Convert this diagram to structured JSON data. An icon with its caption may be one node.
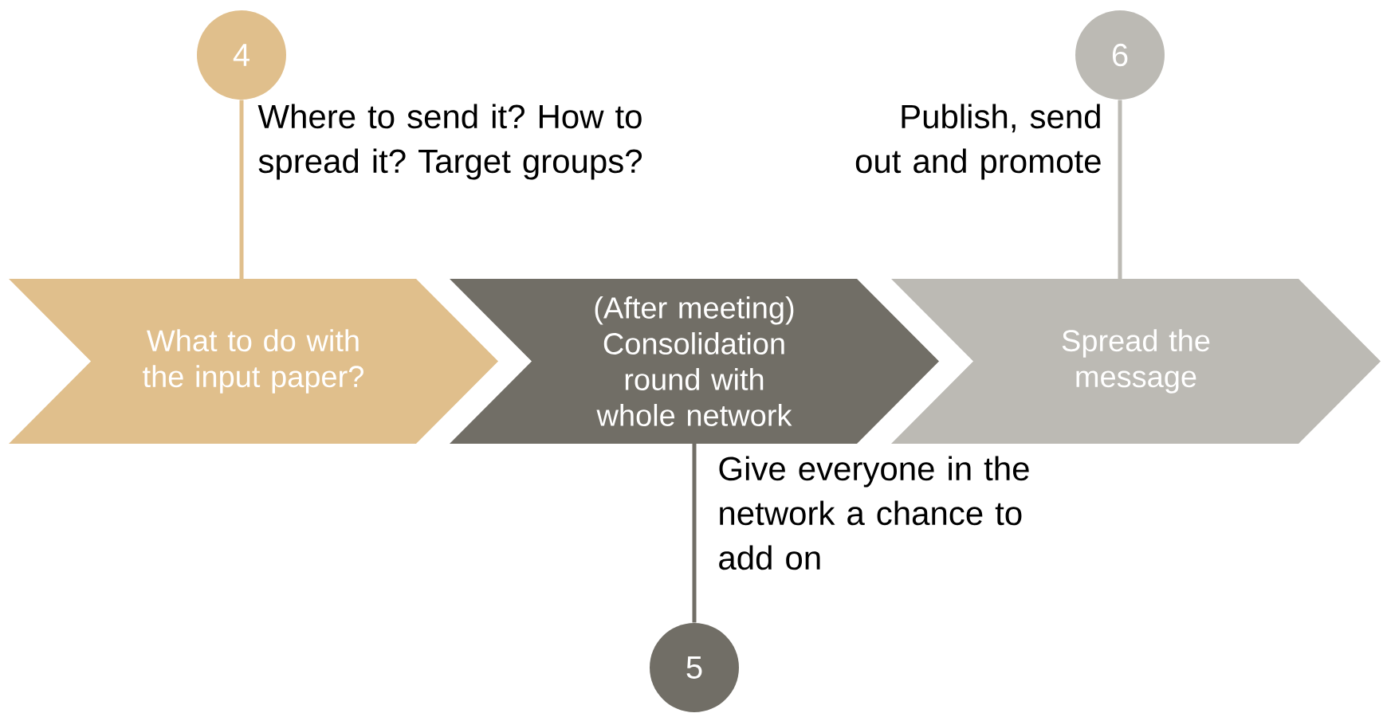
{
  "diagram": {
    "nodes": [
      {
        "text": [
          "What to do with the input paper?"
        ]
      },
      {
        "text": [
          "(After meeting) Consolidation round with whole network"
        ]
      },
      {
        "text": [
          "Spread the message"
        ]
      },
      {
        "text": [
          "4"
        ]
      },
      {
        "text": [
          "5"
        ]
      },
      {
        "text": [
          "6"
        ]
      }
    ],
    "edges": [
      {
        "from": 3,
        "to": 0,
        "arrow": "none",
        "color": "#e0bf8c"
      },
      {
        "from": 4,
        "to": 1,
        "arrow": "none",
        "color": "#716e66"
      },
      {
        "from": 5,
        "to": 2,
        "arrow": "none",
        "color": "#bcbab4"
      }
    ],
    "labels": [
      "Where to send it? How to spread it? Target groups?",
      "Publish, send out and promote",
      "Give everyone in the network a chance to add on"
    ]
  }
}
